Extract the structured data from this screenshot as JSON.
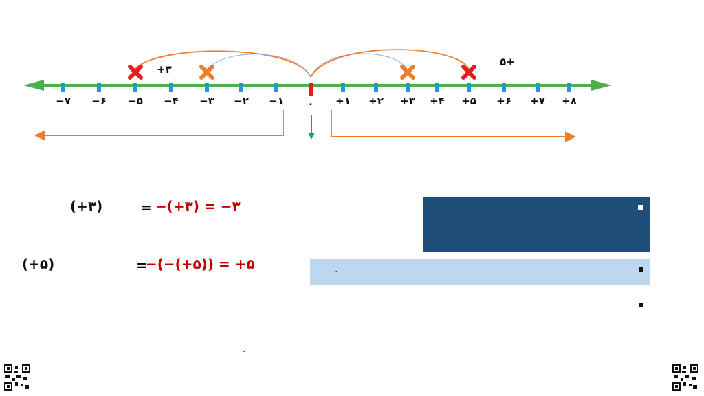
{
  "number_line": {
    "ticks": [
      {
        "value": -7,
        "label": "−۷"
      },
      {
        "value": -6,
        "label": "−۶"
      },
      {
        "value": -5,
        "label": "−۵"
      },
      {
        "value": -4,
        "label": "−۴"
      },
      {
        "value": -3,
        "label": "−۳"
      },
      {
        "value": -2,
        "label": "−۲"
      },
      {
        "value": -1,
        "label": "−۱"
      },
      {
        "value": 0,
        "label": "۰"
      },
      {
        "value": 1,
        "label": "+۱"
      },
      {
        "value": 2,
        "label": "+۲"
      },
      {
        "value": 3,
        "label": "+۳"
      },
      {
        "value": 4,
        "label": "+۴"
      },
      {
        "value": 5,
        "label": "+۵"
      },
      {
        "value": 6,
        "label": "+۶"
      },
      {
        "value": 7,
        "label": "+۷"
      },
      {
        "value": 8,
        "label": "+۸"
      }
    ],
    "marks": [
      {
        "value": -5,
        "color": "#e51c23"
      },
      {
        "value": -3,
        "color": "#ed7d31"
      },
      {
        "value": 3,
        "color": "#ed7d31"
      },
      {
        "value": 5,
        "color": "#e51c23"
      }
    ],
    "label_plus3": "+۳",
    "label_plus5": "۵+",
    "colors": {
      "axis": "#4caf50",
      "tick": "#1e9ad6",
      "zero": "#e51c23",
      "arc_outer": "#ed7d31",
      "arc_inner": "#8faadc",
      "bracket": "#ed7d31",
      "down_arrow": "#00b050"
    }
  },
  "equations": {
    "eq1": {
      "left": "(+۳)",
      "equals": "=",
      "right": "−(+۳) = −۳"
    },
    "eq2": {
      "left": "(+۵)",
      "equals": "=",
      "right": "−(−(+۵)) = +۵"
    }
  },
  "panel_light_text": ".",
  "stray_dot": "."
}
